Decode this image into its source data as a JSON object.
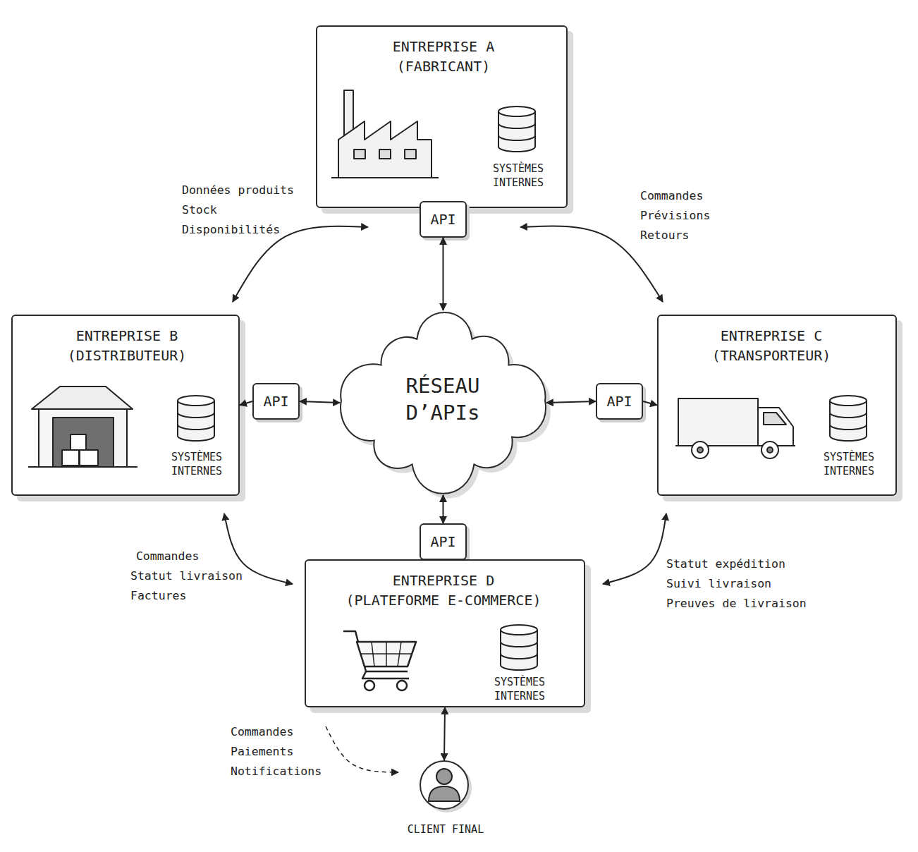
{
  "diagram": {
    "nodes": [
      {
        "text": [
          "ENTREPRISE A (FABRICANT)",
          "SYSTÈMES INTERNES"
        ]
      },
      {
        "text": [
          "API"
        ]
      },
      {
        "text": [
          "ENTREPRISE B (DISTRIBUTEUR)",
          "SYSTÈMES INTERNES"
        ]
      },
      {
        "text": [
          "API"
        ]
      },
      {
        "text": [
          "RÉSEAU D’APIs"
        ]
      },
      {
        "text": [
          "API"
        ]
      },
      {
        "text": [
          "ENTREPRISE C (TRANSPORTEUR)",
          "SYSTÈMES INTERNES"
        ]
      },
      {
        "text": [
          "API"
        ]
      },
      {
        "text": [
          "ENTREPRISE D (PLATEFORME E-COMMERCE)",
          "SYSTÈMES INTERNES"
        ]
      },
      {
        "text": [
          "CLIENT FINAL"
        ]
      }
    ],
    "edges": [
      {
        "from": 1,
        "to": 4,
        "arrow": "both"
      },
      {
        "from": 3,
        "to": 4,
        "arrow": "both"
      },
      {
        "from": 4,
        "to": 5,
        "arrow": "both"
      },
      {
        "from": 4,
        "to": 7,
        "arrow": "both"
      },
      {
        "from": 3,
        "to": 2,
        "arrow": "to"
      },
      {
        "from": 5,
        "to": 6,
        "arrow": "to"
      },
      {
        "from": 0,
        "to": 2,
        "label": "Données produits Stock Disponibilités",
        "arrow": "both"
      },
      {
        "from": 0,
        "to": 6,
        "label": "Commandes Prévisions Retours",
        "arrow": "both"
      },
      {
        "from": 2,
        "to": 8,
        "label": "Commandes Statut livraison Factures",
        "arrow": "both"
      },
      {
        "from": 6,
        "to": 8,
        "label": "Statut expédition Suivi livraison Preuves de livraison",
        "arrow": "both"
      },
      {
        "from": 8,
        "to": 9,
        "arrow": "both"
      },
      {
        "from": 8,
        "to": 9,
        "label": "Commandes Paiements Notifications",
        "arrow": "to"
      }
    ]
  }
}
